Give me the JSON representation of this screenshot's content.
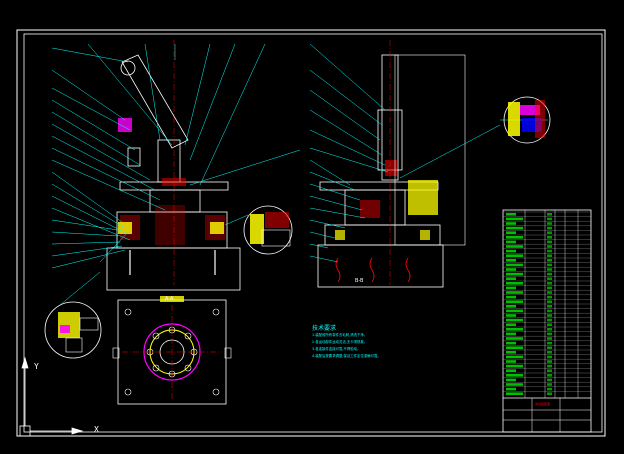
{
  "drawing": {
    "view_label_top": "A-A",
    "view_label_right": "B-B",
    "tech_notes_title": "技术要求",
    "tech_notes": [
      "1.装配前所有零件去毛刺,清洗干净。",
      "2.各运动部件运动灵活,无卡滞现象。",
      "3.各连接件连接可靠,不得松动。",
      "4.装配后按要求调整,保证工件定位准确可靠。"
    ]
  },
  "title_block": {
    "drawing_name": "夹具装配图",
    "company": "",
    "rows": 40
  },
  "ucs": {
    "x_label": "X",
    "y_label": "Y"
  },
  "colors": {
    "background": "#000000",
    "frame": "#ffffff",
    "leader": "#00ffff",
    "part": "#ffffff",
    "hatch_red": "#ff0000",
    "hatch_yellow": "#ffff00",
    "magenta": "#ff00ff",
    "green": "#00ff00",
    "blue": "#0000ff"
  }
}
